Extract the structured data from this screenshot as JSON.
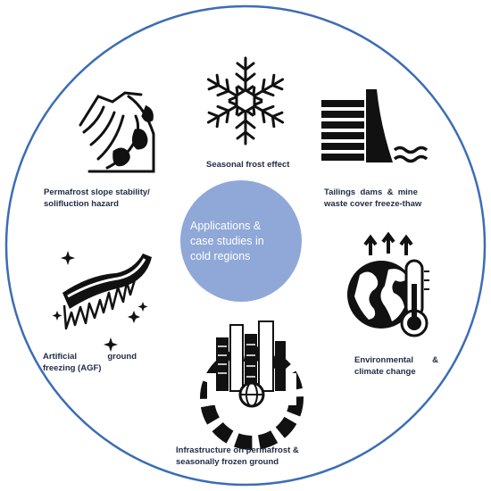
{
  "center": {
    "lines": [
      "Applications  &",
      "case studies in",
      "cold regions"
    ],
    "fill": "#8fa8d8"
  },
  "ring": {
    "stroke": "#3b6db6"
  },
  "items": [
    {
      "id": "seasonal-frost",
      "icon": "snowflake-icon",
      "lines": [
        "Seasonal frost effect"
      ]
    },
    {
      "id": "tailings-dams",
      "icon": "dam-icon",
      "lines": [
        "Tailings  dams  &  mine",
        "waste cover freeze-thaw"
      ]
    },
    {
      "id": "environmental",
      "icon": "globe-thermometer-icon",
      "lines": [
        "Environmental        &",
        "climate change"
      ]
    },
    {
      "id": "infrastructure",
      "icon": "city-gear-icon",
      "lines": [
        "Infrastructure on permafrost &",
        "seasonally frozen ground"
      ]
    },
    {
      "id": "agf",
      "icon": "frozen-ground-icon",
      "lines": [
        "Artificial             ground",
        "freezing (AGF)"
      ]
    },
    {
      "id": "permafrost-slope",
      "icon": "slope-icon",
      "lines": [
        "Permafrost slope stability/",
        "solifluction hazard"
      ]
    }
  ]
}
